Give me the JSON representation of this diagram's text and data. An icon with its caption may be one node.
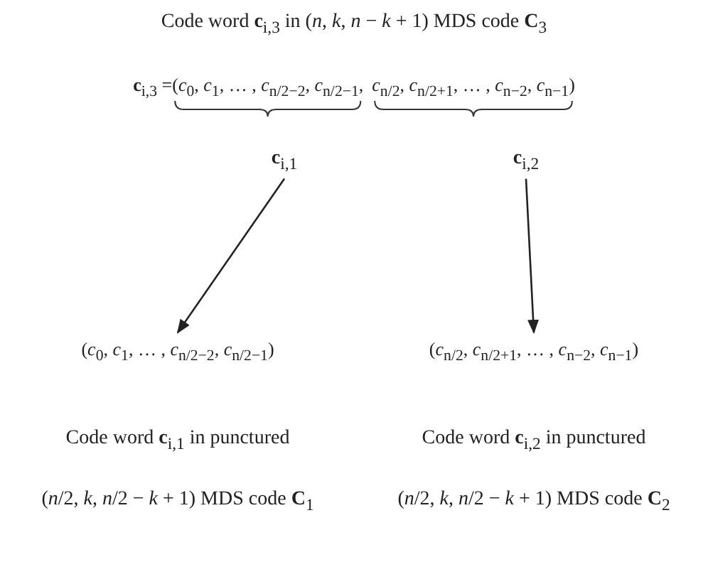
{
  "diagram": {
    "title": "Code word **c**$_{i,3}$ in (*n*, *k*, *n* − *k* + 1) MDS code **C**$_{3}$",
    "nodes": [
      {
        "text": [
          "**c**$_{i,1}$"
        ]
      },
      {
        "text": [
          "**c**$_{i,2}$"
        ]
      },
      {
        "text": [
          "(*c*$_{0}$, *c*$_{1}$, … , *c*$_{n/2−2}$, *c*$_{n/2−1}$)",
          "Code word **c**$_{i,1}$ in punctured",
          "(*n*/2, *k*, *n*/2 − *k* + 1) MDS code **C**$_{1}$"
        ]
      },
      {
        "text": [
          "(*c*$_{n/2}$, *c*$_{n/2+1}$, … , *c*$_{n−2}$, *c*$_{n−1}$)",
          "Code word **c**$_{i,2}$ in punctured",
          "(*n*/2, *k*, *n*/2 − *k* + 1) MDS code **C**$_{2}$"
        ]
      }
    ],
    "edges": [
      {
        "from": 0,
        "to": 2,
        "arrow": "to"
      },
      {
        "from": 1,
        "to": 3,
        "arrow": "to"
      }
    ],
    "labels": [
      "**c**$_{i,3}$ = ",
      "(*c*$_{0}$, *c*$_{1}$, … , *c*$_{n/2−2}$, *c*$_{n/2−1}$,",
      "*c*$_{n/2}$, *c*$_{n/2+1}$, … , *c*$_{n−2}$, *c*$_{n−1}$)"
    ]
  }
}
